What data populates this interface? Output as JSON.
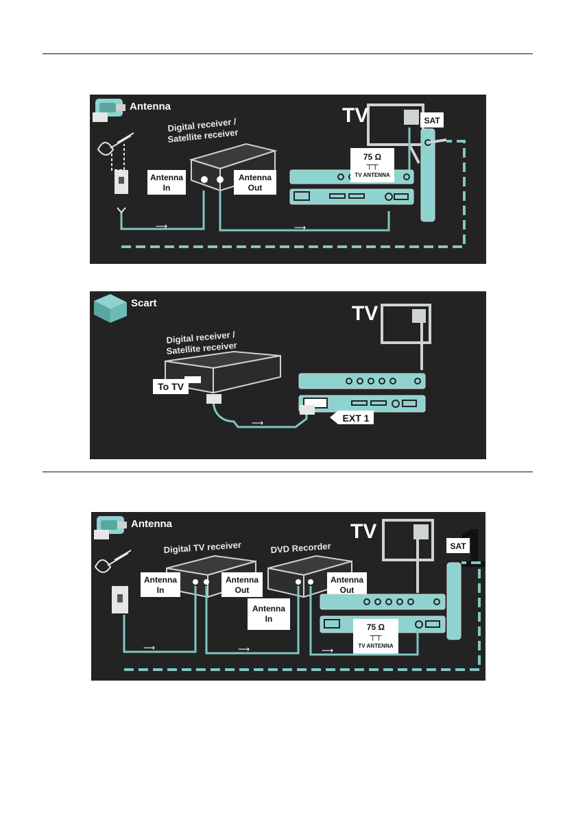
{
  "diagram_1": {
    "title": "Antenna",
    "tv_label": "TV",
    "receiver_line1": "Digital receiver /",
    "receiver_line2": "Satellite receiver",
    "antenna_in_1": "Antenna",
    "antenna_in_2": "In",
    "antenna_out_1": "Antenna",
    "antenna_out_2": "Out",
    "ohm": "75 Ω",
    "tv_antenna": "TV ANTENNA",
    "sat": "SAT"
  },
  "diagram_2": {
    "title": "Scart",
    "tv_label": "TV",
    "receiver_line1": "Digital receiver /",
    "receiver_line2": "Satellite receiver",
    "to_tv": "To TV",
    "ext1": "EXT 1"
  },
  "diagram_3": {
    "title": "Antenna",
    "tv_label": "TV",
    "digital_tv_receiver": "Digital TV receiver",
    "dvd_recorder": "DVD Recorder",
    "antenna_in_1": "Antenna",
    "antenna_in_2": "In",
    "antenna_out_1": "Antenna",
    "antenna_out_2": "Out",
    "dvd_in_1": "Antenna",
    "dvd_in_2": "In",
    "dvd_out_1": "Antenna",
    "dvd_out_2": "Out",
    "ohm": "75 Ω",
    "tv_antenna": "TV ANTENNA",
    "sat": "SAT",
    "marker": "1"
  },
  "colors": {
    "panel_bg": "#232323",
    "teal": "#7fc7c2",
    "device": "#cfd3d3"
  }
}
